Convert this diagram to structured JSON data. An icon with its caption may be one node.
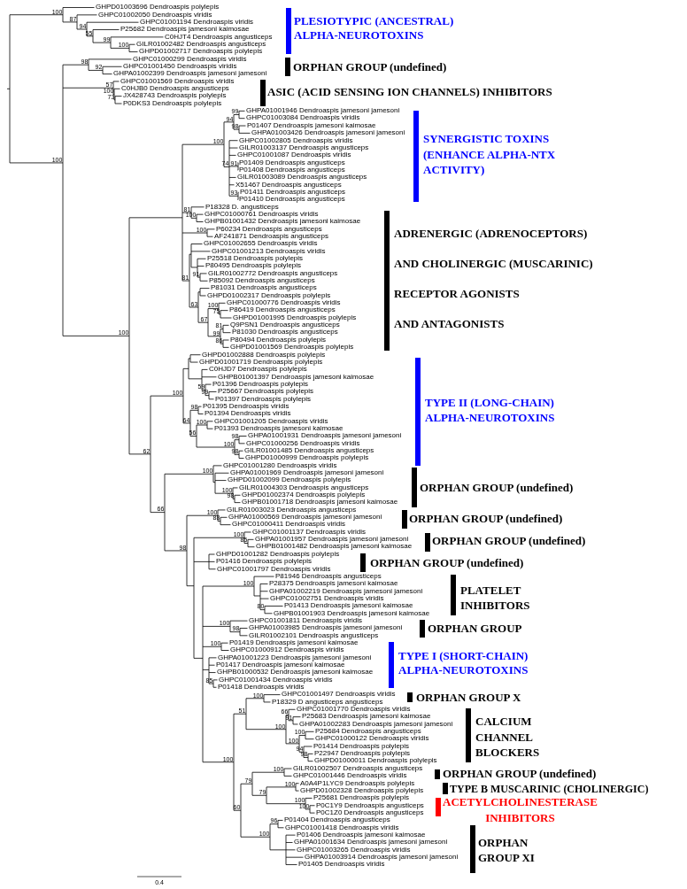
{
  "diagram": {
    "nodes": [
      {
        "text": [
          "PLESIOTYPIC (ANCESTRAL) ALPHA-NEUROTOXINS"
        ]
      },
      {
        "text": [
          "ORPHAN GROUP (undefined)"
        ]
      },
      {
        "text": [
          "ASIC (ACID SENSING ION CHANNELS) INHIBITORS"
        ]
      },
      {
        "text": [
          "SYNERGISTIC TOXINS (ENHANCE ALPHA-NTX ACTIVITY)"
        ]
      },
      {
        "text": [
          "ADRENERGIC (ADRENOCEPTORS) AND CHOLINERGIC (MUSCARINIC) RECEPTOR AGONISTS AND ANTAGONISTS"
        ]
      },
      {
        "text": [
          "TYPE II (LONG-CHAIN) ALPHA-NEUROTOXINS"
        ]
      },
      {
        "text": [
          "ORPHAN GROUP (undefined)"
        ]
      },
      {
        "text": [
          "ORPHAN GROUP (undefined)"
        ]
      },
      {
        "text": [
          "ORPHAN GROUP (undefined)"
        ]
      },
      {
        "text": [
          "ORPHAN GROUP (undefined)"
        ]
      },
      {
        "text": [
          "PLATELET INHIBITORS"
        ]
      },
      {
        "text": [
          "ORPHAN GROUP"
        ]
      },
      {
        "text": [
          "TYPE I (SHORT-CHAIN) ALPHA-NEUROTOXINS"
        ]
      },
      {
        "text": [
          "ORPHAN GROUP X"
        ]
      },
      {
        "text": [
          "CALCIUM CHANNEL BLOCKERS"
        ]
      },
      {
        "text": [
          "ORPHAN GROUP (undefined)"
        ]
      },
      {
        "text": [
          "TYPE B MUSCARINIC (CHOLINERGIC)"
        ]
      },
      {
        "text": [
          "ACETYLCHOLINESTERASE INHIBITORS"
        ]
      },
      {
        "text": [
          "ORPHAN GROUP XI"
        ]
      }
    ],
    "labels": [
      "GHPD01003696 Dendroaspis polylepis",
      "GHPC01002050 Dendroaspis viridis",
      "GHPC01001194 Dendroaspis viridis",
      "P25682 Dendroaspis jamesoni kaimosae",
      "C0HJT4 Dendroaspis angusticeps",
      "GILR01002482 Dendroaspis angusticeps",
      "GHPD01002717 Dendroaspis polylepis",
      "GHPC01000299 Dendroaspis viridis",
      "GHPC01001450 Dendroaspis viridis",
      "GHPA01002399 Dendroaspis jamesoni jamesoni",
      "GHPC01001569 Dendroaspis viridis",
      "C0HJB0 Dendroaspis angusticeps",
      "JX428743 Dendroaspis polylepis",
      "P0DKS3 Dendroaspis polylepis",
      "GHPA01001946 Dendroaspis jamesoni jamesoni",
      "GHPC01003084 Dendroaspis viridis",
      "P01407 Dendroaspis jamesoni kaimosae",
      "GHPA01003426 Dendroaspis jamesoni jamesoni",
      "GHPC01002805 Dendroaspis viridis",
      "GILR01003137 Dendroaspis angusticeps",
      "GHPC01001087 Dendroaspis viridis",
      "P01409 Dendroaspis angusticeps",
      "P01408 Dendroaspis angusticeps",
      "GILR01003089 Dendroaspis angusticeps",
      "X51467 Dendroaspis angusticeps",
      "P01411 Dendroaspis angusticeps",
      "P01410 Dendroaspis angusticeps",
      "P18328 D. angusticeps",
      "GHPC01000761 Dendroaspis viridis",
      "GHPB01001432 Dendroaspis jamesoni kaimosae",
      "P60234 Dendroaspis angusticeps",
      "AF241871 Dendroaspis angusticeps",
      "GHPC01002655 Dendroaspis viridis",
      "GHPC01001213 Dendroaspis viridis",
      "P25518 Dendroaspis polylepis",
      "P80495 Dendroaspis polylepis",
      "GILR01002772 Dendroaspis angusticeps",
      "P85092 Dendroaspis angusticeps",
      "P81031 Dendroaspis angusticeps",
      "GHPD01002317 Dendroaspis polylepis",
      "GHPC01000776 Dendroaspis viridis",
      "P86419 Dendroaspis angusticeps",
      "GHPD01001995 Dendroaspis polylepis",
      "Q9PSN1 Dendroaspis angusticeps",
      "P81030 Dendroaspis angusticeps",
      "P80494 Dendroaspis polylepis",
      "GHPD01001569 Dendroaspis polylepis",
      "GHPD01002888 Dendroaspis polylepis",
      "GHPD01001719 Dendroaspis polylepis",
      "C0HJD7 Dendroaspis polylepis",
      "GHPB01001397 Dendroaspis jamesoni kaimosae",
      "P01396 Dendroaspis polylepis",
      "P25667 Dendroaspis polylepis",
      "P01397 Dendroaspis polylepis",
      "P01395 Dendroaspis viridis",
      "P01394 Dendroaspis viridis",
      "GHPC01001205 Dendroaspis viridis",
      "P01393 Dendroaspis jamesoni kaimosae",
      "GHPA01001931 Dendroaspis jamesoni jamesoni",
      "GHPC01000256 Dendroaspis viridis",
      "GILR01001485 Dendroaspis angusticeps",
      "GHPD01000999 Dendroaspis polylepis",
      "GHPC01001280 Dendroaspis viridis",
      "GHPA01001969 Dendroaspis jamesoni jamesoni",
      "GHPD01002099 Dendroaspis polylepis",
      "GILR01004303 Dendroaspis angusticeps",
      "GHPD01002374 Dendroaspis polylepis",
      "GHPB01001718 Dendroaspis jamesoni kaimosae",
      "GILR01003023 Dendroaspis angusticeps",
      "GHPA01000569 Dendroaspis jamesoni jamesoni",
      "GHPC01000411 Dendroaspis viridis",
      "GHPC01001137 Dendroaspis viridis",
      "GHPA01001957 Dendroaspis jamesoni jamesoni",
      "GHPB01001482 Dendroaspis jamesoni kaimosae",
      "GHPD01001282 Dendroaspis polylepis",
      "P01416 Dendroaspis polylepis",
      "GHPC01001797 Dendroaspis viridis",
      "P81946 Dendroaspis angusticeps",
      "P28375 Dendroaspis jamesoni kaimosae",
      "GHPA01002219 Dendroaspis jamesoni jamesoni",
      "GHPC01002751 Dendroaspis viridis",
      "P01413 Dendroaspis jamesoni kaimosae",
      "GHPB01001903 Dendroaspis jamesoni kaimosae",
      "GHPC01001811 Dendroaspis viridis",
      "GHPA01003985 Dendroaspis jamesoni jamesoni",
      "GILR01002101 Dendroaspis angusticeps",
      "P01419 Dendroaspis jamesoni kaimosae",
      "GHPC01000912 Dendroaspis viridis",
      "GHPA01001223 Dendroaspis jamesoni jamesoni",
      "P01417 Dendroaspis jamesoni kaimosae",
      "GHPB01000532 Dendroaspis jamesoni kaimosae",
      "GHPC01001434 Dendroaspis viridis",
      "P01418 Dendroaspis viridis",
      "GHPC01001497 Dendroaspis viridis",
      "P18329 D angusticeps angusticeps",
      "GHPC01001770 Dendroaspis viridis",
      "P25683 Dendroaspis jamesoni kaimosae",
      "GHPA01002283 Dendroaspis jamesoni jamesoni",
      "P25684 Dendroaspis angusticeps",
      "GHPC01000122 Dendroaspis viridis",
      "P01414 Dendroaspis polylepis",
      "P22947 Dendroaspis polylepis",
      "GHPD01000011 Dendroaspis polylepis",
      "GILR01002507 Dendroaspis angusticeps",
      "GHPC01001446 Dendroaspis viridis",
      "A0A4P1LYC9 Dendroaspis polylepis",
      "GHPD01002328 Dendroaspis polylepis",
      "P25681 Dendroaspis polylepis",
      "P0C1Y9 Dendroaspis angusticeps",
      "P0C1Z0 Dendroaspis angusticeps",
      "P01404 Dendroaspis angusticeps",
      "GHPC01001418 Dendroaspis viridis",
      "P01406 Dendroaspis jamesoni kaimosae",
      "GHPA01001634 Dendroaspis jamesoni jamesoni",
      "GHPC01003265 Dendroaspis viridis",
      "GHPA01003914 Dendroaspis jamesoni jamesoni",
      "P01405 Dendroaspis viridis",
      "100",
      "87",
      "94",
      "55",
      "99",
      "100",
      "100",
      "98",
      "92",
      "57",
      "100",
      "73",
      "100",
      "100",
      "94",
      "99",
      "98",
      "74",
      "91",
      "93",
      "81",
      "100",
      "100",
      "81",
      "91",
      "63",
      "67",
      "100",
      "75",
      "99",
      "81",
      "86",
      "62",
      "100",
      "59",
      "99",
      "64",
      "98",
      "56",
      "100",
      "100",
      "98",
      "98",
      "66",
      "100",
      "100",
      "98",
      "98",
      "100",
      "88",
      "100",
      "85",
      "100",
      "80",
      "100",
      "98",
      "100",
      "85",
      "100",
      "51",
      "100",
      "100",
      "66",
      "91",
      "100",
      "100",
      "94",
      "98",
      "60",
      "79",
      "100",
      "79",
      "100",
      "100",
      "100",
      "100",
      "96",
      "0.4"
    ]
  }
}
